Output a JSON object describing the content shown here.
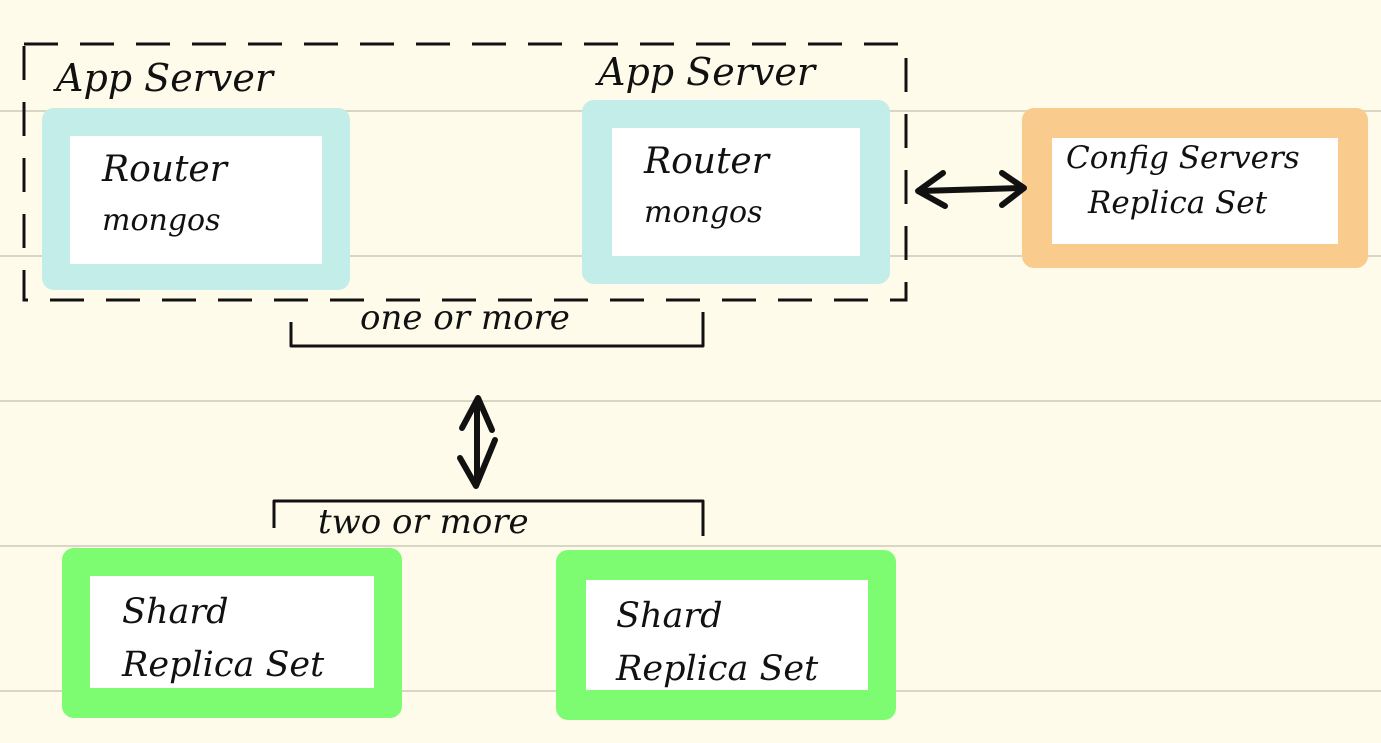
{
  "colors": {
    "paper": "#fefbea",
    "rule": "#d9d6c6",
    "ink": "#111111",
    "router_box": "#c2ede9",
    "config_box": "#f9cb8c",
    "shard_box": "#7dfc72"
  },
  "app_server_left": {
    "title": "App Server",
    "line1": "Router",
    "line2": "mongos"
  },
  "app_server_right": {
    "title": "App Server",
    "line1": "Router",
    "line2": "mongos"
  },
  "config_servers": {
    "line1": "Config Servers",
    "line2": "Replica Set"
  },
  "brackets": {
    "routers": "one or more",
    "shards": "two or more"
  },
  "shard_left": {
    "line1": "Shard",
    "line2": "Replica Set"
  },
  "shard_right": {
    "line1": "Shard",
    "line2": "Replica Set"
  }
}
